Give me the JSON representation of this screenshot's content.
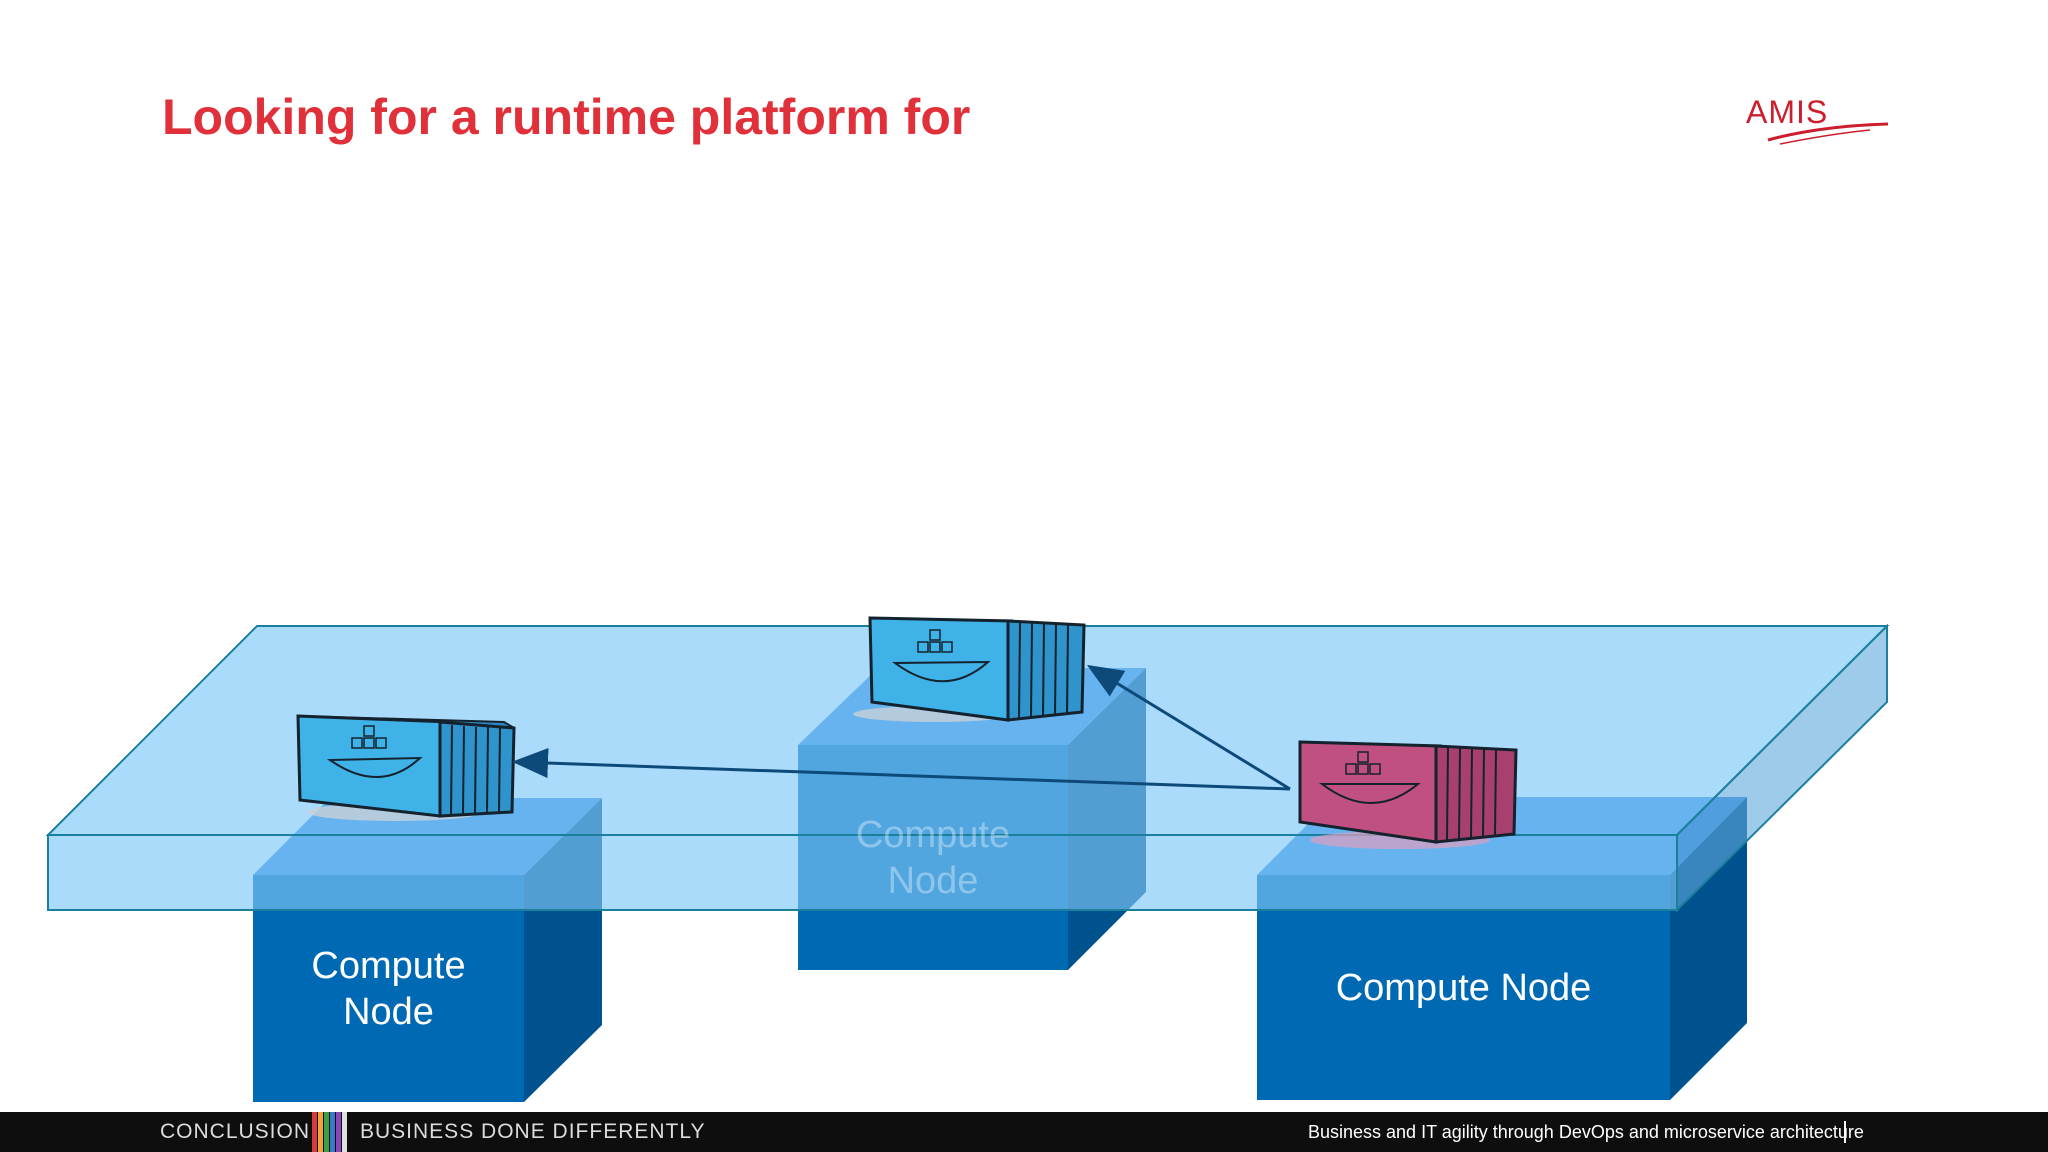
{
  "slide": {
    "title": "Looking for a runtime platform for",
    "logo_text": "AMIS"
  },
  "diagram": {
    "nodes": [
      {
        "label": "Compute\nNode"
      },
      {
        "label": "Compute\nNode"
      },
      {
        "label": "Compute Node"
      }
    ],
    "containers": [
      {
        "name": "container-left",
        "color": "#3fb3e8"
      },
      {
        "name": "container-center",
        "color": "#3fb3e8"
      },
      {
        "name": "container-right",
        "color": "#c0507f"
      }
    ],
    "colors": {
      "node_front": "#0069b4",
      "node_side": "#00528e",
      "platform": "#7ec7f7",
      "arrow": "#0d4a7a"
    }
  },
  "footer": {
    "section": "CONCLUSION",
    "slogan": "BUSINESS DONE DIFFERENTLY",
    "subtitle": "Business and IT agility through DevOps and microservice architecture",
    "bar_colors": [
      "#d93a3a",
      "#f3a23a",
      "#3aa04a",
      "#3a78c8",
      "#8a48b6",
      "#e0e0e0"
    ]
  }
}
